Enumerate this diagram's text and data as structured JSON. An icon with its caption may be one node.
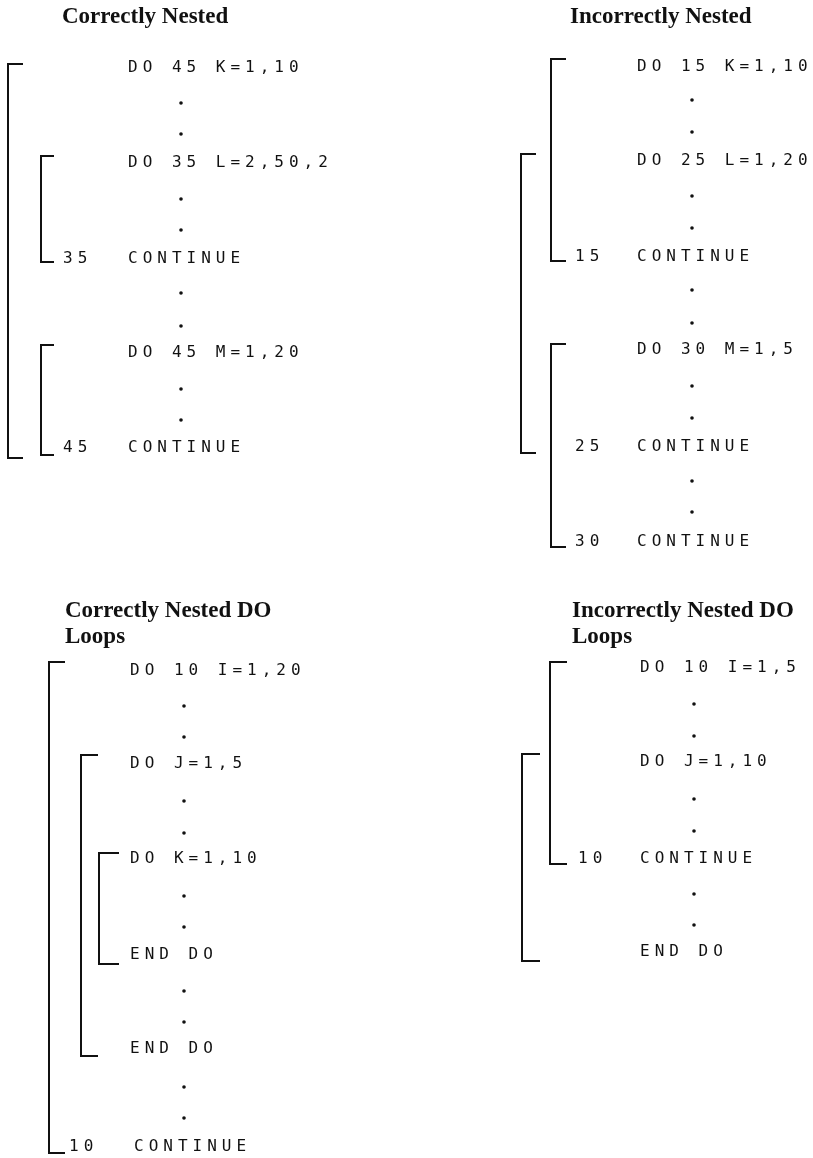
{
  "diagram": {
    "labels": [
      "Correctly Nested",
      "DO 45 K=1,10",
      "DO 35 L=2,50,2",
      "35",
      "CONTINUE",
      "DO 45 M=1,20",
      "45",
      "CONTINUE",
      "Incorrectly Nested",
      "DO 15 K=1,10",
      "DO 25 L=1,20",
      "15",
      "CONTINUE",
      "DO 30 M=1,5",
      "25",
      "CONTINUE",
      "30",
      "CONTINUE",
      "Correctly Nested DO Loops",
      "DO 10 I=1,20",
      "DO J=1,5",
      "DO K=1,10",
      "END DO",
      "END DO",
      "10",
      "CONTINUE",
      "Incorrectly Nested DO Loops",
      "DO 10 I=1,5",
      "DO J=1,10",
      "10",
      "CONTINUE",
      "END DO"
    ]
  }
}
